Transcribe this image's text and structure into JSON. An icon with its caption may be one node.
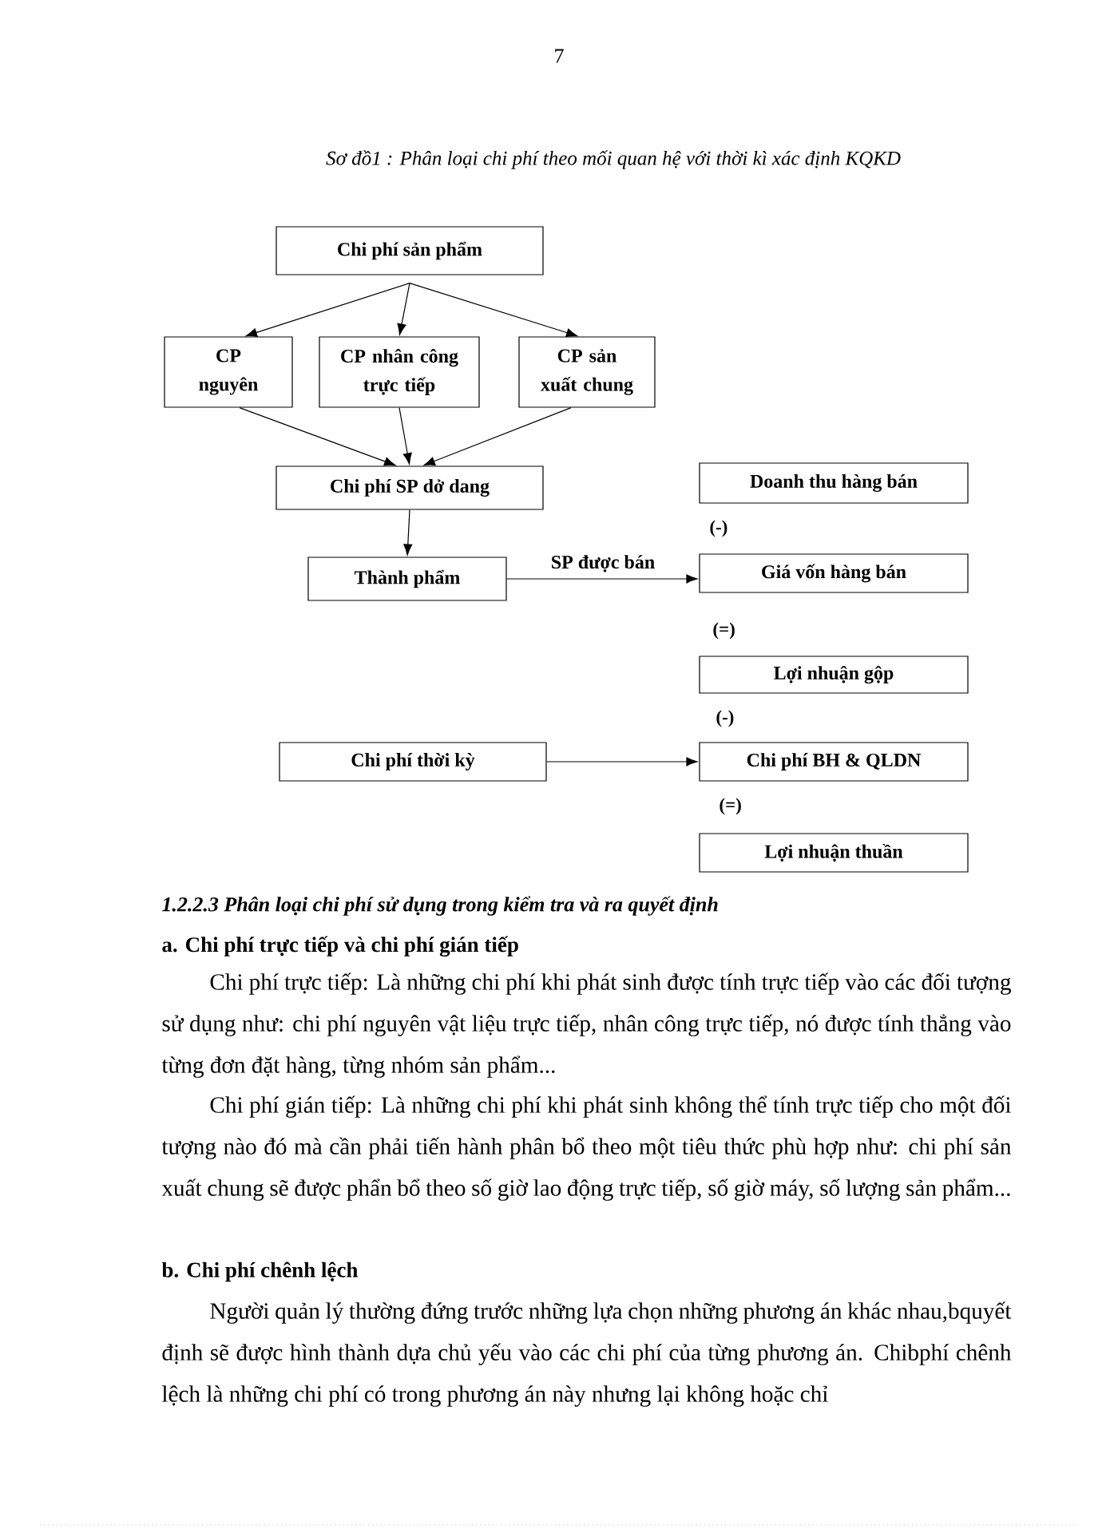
{
  "diagram": {
    "title": "Sơ đồ1 : Phân loại chi phí theo mối quan hệ với thời kì xác định KQKD",
    "nodes": [
      {
        "text": [
          "Chi phí sản phẩm"
        ]
      },
      {
        "text": [
          "CP nguyên"
        ]
      },
      {
        "text": [
          "CP nhân công trực tiếp"
        ]
      },
      {
        "text": [
          "CP sản xuất chung"
        ]
      },
      {
        "text": [
          "Chi phí SP dở dang"
        ]
      },
      {
        "text": [
          "Thành phẩm"
        ]
      },
      {
        "text": [
          "Doanh thu hàng bán"
        ]
      },
      {
        "text": [
          "Giá vốn hàng bán"
        ]
      },
      {
        "text": [
          "Lợi nhuận gộp"
        ]
      },
      {
        "text": [
          "Chi phí thời kỳ"
        ]
      },
      {
        "text": [
          "Chi phí BH & QLDN"
        ]
      },
      {
        "text": [
          "Lợi nhuận thuần"
        ]
      }
    ],
    "edges": [
      {
        "from": 0,
        "to": 1,
        "arrow": "to"
      },
      {
        "from": 0,
        "to": 2,
        "arrow": "to"
      },
      {
        "from": 0,
        "to": 3,
        "arrow": "to"
      },
      {
        "from": 1,
        "to": 4,
        "arrow": "to"
      },
      {
        "from": 2,
        "to": 4,
        "arrow": "to"
      },
      {
        "from": 3,
        "to": 4,
        "arrow": "to"
      },
      {
        "from": 4,
        "to": 5,
        "arrow": "to"
      },
      {
        "from": 5,
        "to": 7,
        "arrow": "to",
        "label": "SP được bán"
      },
      {
        "from": 9,
        "to": 10,
        "arrow": "to"
      }
    ],
    "labels": [
      "7",
      "(-)",
      "(=)",
      "(-)",
      "(=)",
      "1.2.2.3 Phân loại chi phí sử dụng trong kiểm tra và ra quyết định",
      "a. Chi phí trực tiếp và chi phí gián tiếp",
      "Chi phí trực tiếp: Là những chi phí khi phát sinh được tính trực tiếp vào các đối tượng sử dụng như: chi phí nguyên vật liệu trực tiếp, nhân công trực tiếp, nó được tính thẳng vào từng đơn đặt hàng, từng nhóm sản phẩm...",
      "Chi phí gián tiếp: Là những chi phí khi phát sinh không thể tính trực tiếp cho một đối tượng nào đó mà cần phải tiến hành phân bổ theo một tiêu thức phù hợp như: chi phí sản xuất chung sẽ được phẩn bổ theo số giờ lao động trực tiếp, số giờ máy, số lượng sản phẩm...",
      "b. Chi phí chênh lệch",
      "Người quản lý thường đứng trước những lựa chọn những phương án khác nhau,bquyết định sẽ được hình thành dựa chủ yếu vào các chi phí của từng phương án. Chibphí chênh lệch là những chi phí có trong phương án này nhưng lại không hoặc chỉ"
    ]
  }
}
